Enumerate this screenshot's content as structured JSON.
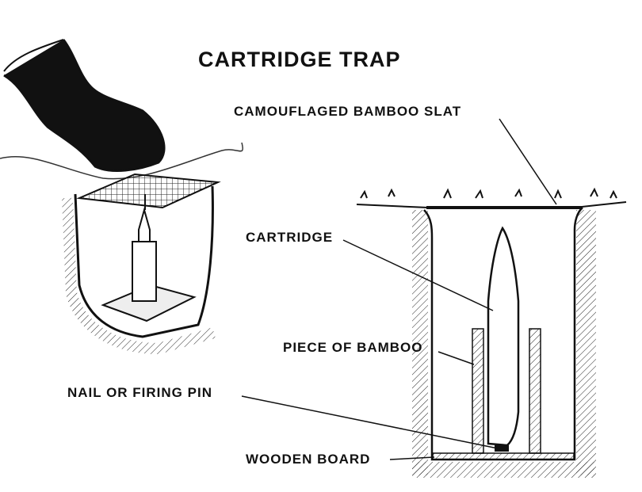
{
  "title": "CARTRIDGE TRAP",
  "labels": {
    "slat": "CAMOUFLAGED BAMBOO SLAT",
    "cartridge": "CARTRIDGE",
    "bamboo": "PIECE OF BAMBOO",
    "nail": "NAIL OR FIRING PIN",
    "board": "WOODEN BOARD"
  }
}
